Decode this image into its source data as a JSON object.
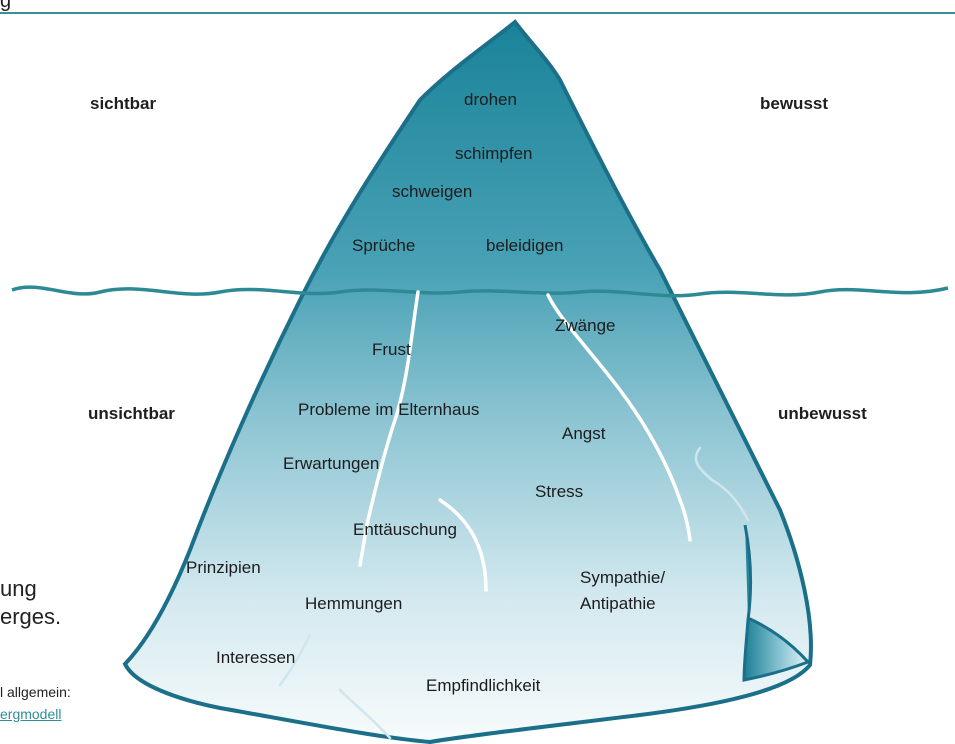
{
  "header": {
    "cut_text": "g"
  },
  "labels": {
    "sichtbar": "sichtbar",
    "bewusst": "bewusst",
    "unsichtbar": "unsichtbar",
    "unbewusst": "unbewusst"
  },
  "above_water": [
    "drohen",
    "schimpfen",
    "schweigen",
    "Sprüche",
    "beleidigen"
  ],
  "below_water": [
    "Zwänge",
    "Frust",
    "Probleme im Elternhaus",
    "Angst",
    "Erwartungen",
    "Stress",
    "Enttäuschung",
    "Prinzipien",
    "Sympathie/",
    "Antipathie",
    "Hemmungen",
    "Interessen",
    "Empfindlichkeit"
  ],
  "left_fragment": {
    "line1": "ung",
    "line2": "erges.",
    "note": "l allgemein:",
    "link": "ergmodell"
  },
  "colors": {
    "accent_line": "#3a8f97",
    "iceberg_top": "#1f8a9e",
    "iceberg_bottom": "#f4fafc",
    "water_line": "#2d8a94"
  }
}
